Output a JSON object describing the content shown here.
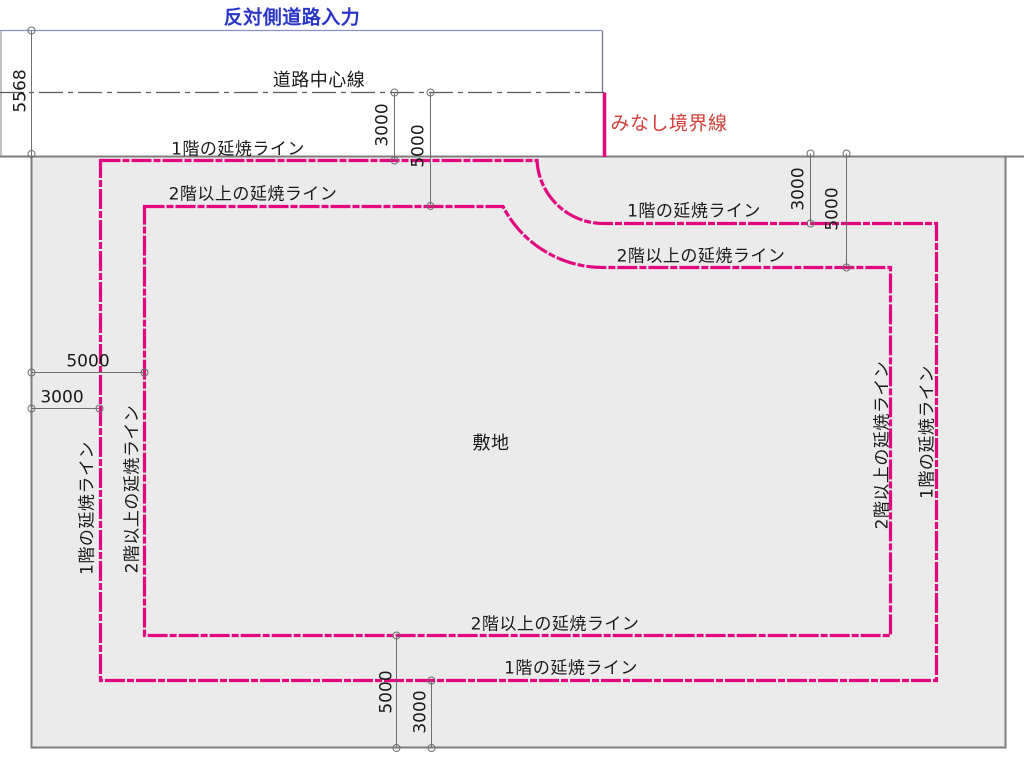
{
  "diagram": {
    "type": "site-fire-spread-line-plan",
    "labels": {
      "opposite_road_input": "反対側道路入力",
      "road_center_line": "道路中心線",
      "deemed_boundary_line": "みなし境界線",
      "site": "敷地",
      "f1_top_left": "1階の延焼ライン",
      "f2_top_left": "2階以上の延焼ライン",
      "f1_top_right": "1階の延焼ライン",
      "f2_top_right": "2階以上の延焼ライン",
      "f1_left": "1階の延焼ライン",
      "f2_left": "2階以上の延焼ライン",
      "f1_right": "1階の延焼ライン",
      "f2_right": "2階以上の延焼ライン",
      "f1_bottom": "1階の延焼ライン",
      "f2_bottom": "2階以上の延焼ライン"
    },
    "dimensions": {
      "road_total": "5568",
      "top_f1": "3000",
      "top_f2": "5000",
      "right_f1": "3000",
      "right_f2": "5000",
      "left_f1": "3000",
      "left_f2": "5000",
      "bottom_f1": "3000",
      "bottom_f2": "5000"
    },
    "colors": {
      "fire_line_magenta": "#e2077e",
      "deemed_boundary_text_red": "#d04038",
      "opposite_road_text_blue": "#2b36c5",
      "opposite_road_line_blue": "#8a90c8",
      "site_fill_gray": "#ebebeb",
      "boundary_line_gray": "#7e7e7e",
      "dimension_line_gray": "#6e6e6e",
      "text_black": "#1a1a1a"
    }
  }
}
